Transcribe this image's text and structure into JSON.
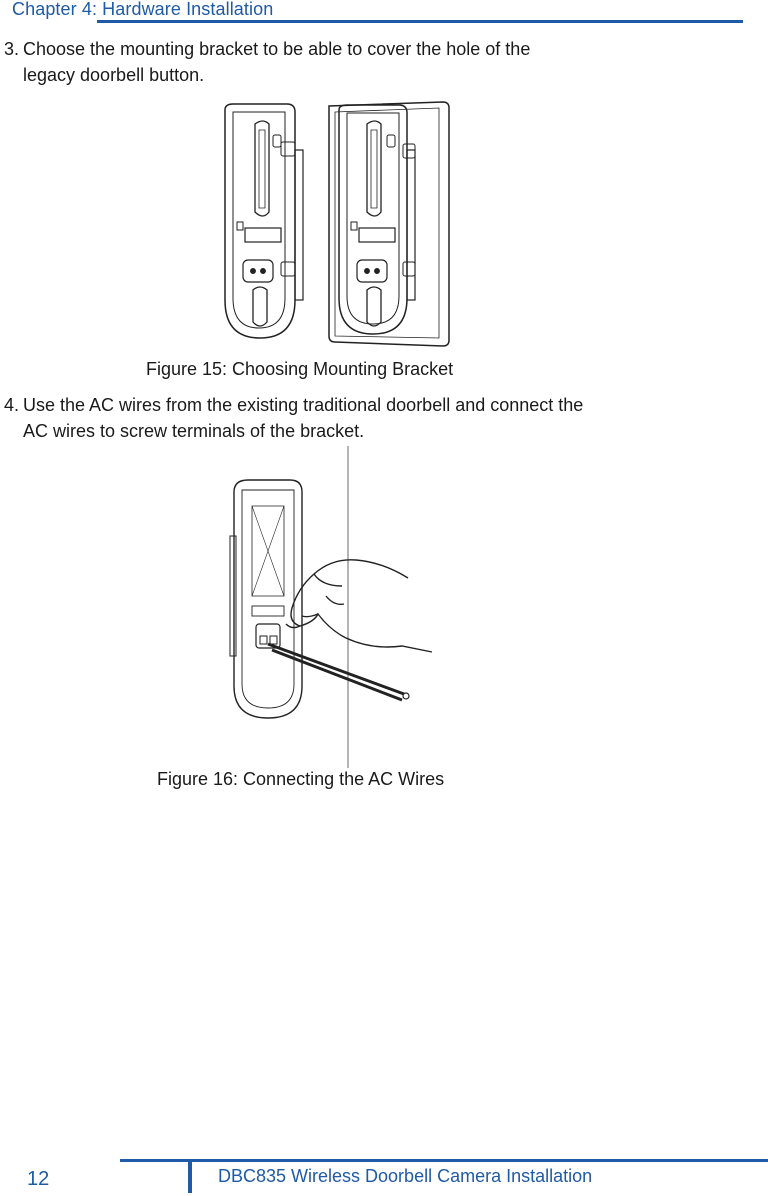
{
  "header": {
    "chapter_title": "Chapter 4: Hardware Installation"
  },
  "steps": [
    {
      "number": "3.",
      "lines": [
        "Choose the mounting bracket to be able to cover the hole of the",
        "legacy doorbell button."
      ]
    },
    {
      "number": "4.",
      "lines": [
        "Use the AC wires from the existing traditional doorbell and connect the",
        "AC wires to screw terminals of the bracket."
      ]
    }
  ],
  "figures": [
    {
      "caption": "Figure 15: Choosing Mounting Bracket"
    },
    {
      "caption": "Figure 16: Connecting the AC Wires"
    }
  ],
  "footer": {
    "page_number": "12",
    "doc_title": "DBC835 Wireless Doorbell Camera Installation"
  }
}
